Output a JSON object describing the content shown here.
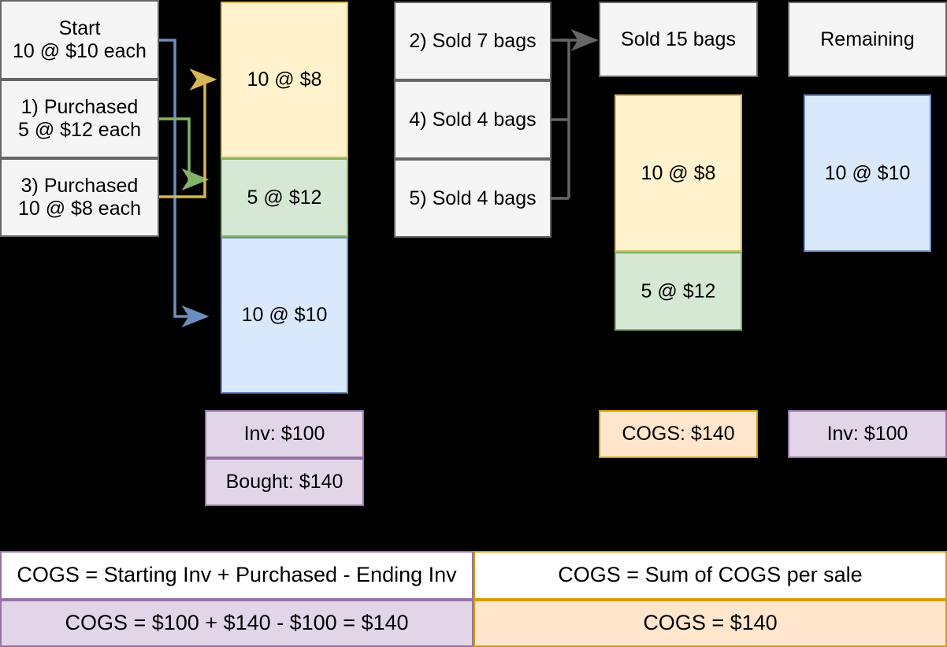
{
  "diagram": {
    "title": "Inventory COGS flow diagram",
    "colors": {
      "grey_fill": "#f5f5f5",
      "grey_stroke": "#666666",
      "yellow_fill": "#fff2cc",
      "yellow_stroke": "#d6b656",
      "green_fill": "#d5e8d4",
      "green_stroke": "#82b366",
      "blue_fill": "#dae8fc",
      "blue_stroke": "#6c8ebf",
      "purple_fill": "#e1d5e7",
      "purple_stroke": "#9673a6",
      "orange_fill": "#ffe6cc",
      "orange_stroke": "#d79b00",
      "background": "#000000"
    },
    "events_column": [
      {
        "label": "Start\n10 @ $10 each"
      },
      {
        "label": "1) Purchased\n5 @ $12 each"
      },
      {
        "label": "3) Purchased\n10 @ $8 each"
      }
    ],
    "inventory_stack": [
      {
        "label": "10 @ $8",
        "layer": "yellow"
      },
      {
        "label": "5 @ $12",
        "layer": "green"
      },
      {
        "label": "10 @ $10",
        "layer": "blue"
      }
    ],
    "inventory_totals": [
      {
        "label": "Inv: $100"
      },
      {
        "label": "Bought: $140"
      }
    ],
    "sales_column": [
      {
        "label": "2) Sold 7 bags"
      },
      {
        "label": "4) Sold 4 bags"
      },
      {
        "label": "5) Sold 4 bags"
      }
    ],
    "sold_summary": {
      "label": "Sold 15 bags"
    },
    "sold_stack": [
      {
        "label": "10 @ $8",
        "layer": "yellow"
      },
      {
        "label": "5 @ $12",
        "layer": "green"
      }
    ],
    "cogs_total": {
      "label": "COGS: $140"
    },
    "remaining_header": {
      "label": "Remaining"
    },
    "remaining_stack": [
      {
        "label": "10 @ $10",
        "layer": "blue"
      }
    ],
    "remaining_total": {
      "label": "Inv: $100"
    },
    "formula_table": {
      "left": {
        "header": "COGS = Starting Inv + Purchased - Ending Inv",
        "value": "COGS = $100 + $140 - $100 = $140"
      },
      "right": {
        "header": "COGS = Sum of COGS per sale",
        "value": "COGS = $140"
      }
    },
    "connectors": [
      {
        "name": "start-to-blue-layer",
        "color": "#6c8ebf"
      },
      {
        "name": "purchase1-to-green-layer",
        "color": "#82b366"
      },
      {
        "name": "purchase3-to-yellow-layer",
        "color": "#d6b656"
      },
      {
        "name": "sales-to-sold-summary",
        "color": "#666666"
      }
    ]
  }
}
